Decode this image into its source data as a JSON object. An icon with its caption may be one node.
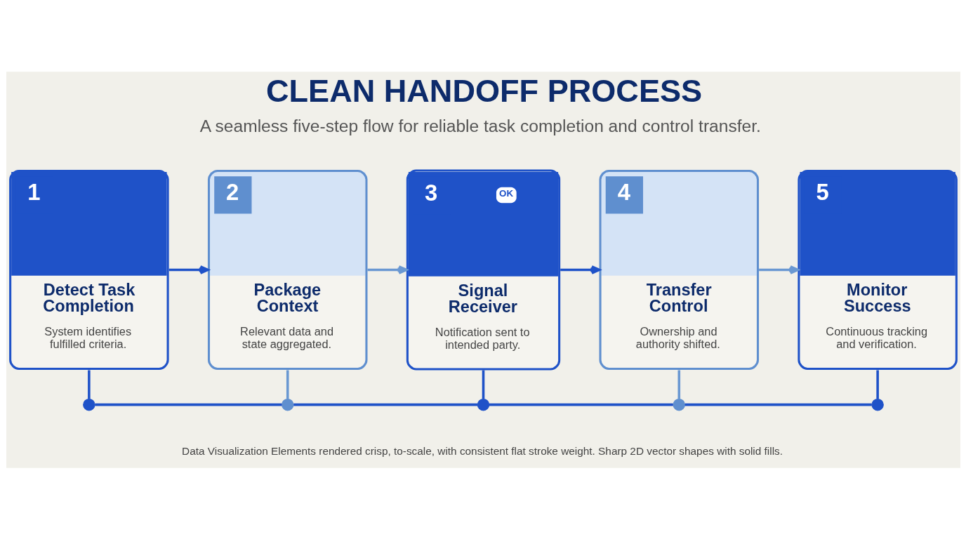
{
  "diagram": {
    "title": "CLEAN HANDOFF PROCESS",
    "nodes": [
      {
        "text": [
          "1",
          "Detect Task Completion",
          "System identifies fulfilled criteria."
        ]
      },
      {
        "text": [
          "2",
          "Package Context",
          "Relevant data and state aggregated."
        ]
      },
      {
        "text": [
          "3",
          "OK",
          "Signal Receiver",
          "Notification sent to intended party."
        ]
      },
      {
        "text": [
          "4",
          "Transfer Control",
          "Ownership and authority shifted."
        ]
      },
      {
        "text": [
          "5",
          "Monitor Success",
          "Continuous tracking and verification."
        ]
      },
      {
        "text": [],
        "shape": "circle"
      },
      {
        "text": [],
        "shape": "circle"
      },
      {
        "text": [],
        "shape": "circle"
      },
      {
        "text": [],
        "shape": "circle"
      },
      {
        "text": [],
        "shape": "circle"
      }
    ],
    "edges": [
      {
        "from": 0,
        "to": 1,
        "arrow": "to"
      },
      {
        "from": 1,
        "to": 2,
        "arrow": "to",
        "color": "#6a98d2"
      },
      {
        "from": 2,
        "to": 3,
        "arrow": "to"
      },
      {
        "from": 3,
        "to": 4,
        "arrow": "to",
        "color": "#6a98d2"
      },
      {
        "from": 0,
        "to": 5,
        "arrow": "none"
      },
      {
        "from": 1,
        "to": 6,
        "arrow": "none",
        "color": "#6a98d2"
      },
      {
        "from": 2,
        "to": 7,
        "arrow": "none"
      },
      {
        "from": 3,
        "to": 8,
        "arrow": "none",
        "color": "#6a98d2"
      },
      {
        "from": 4,
        "to": 9,
        "arrow": "none"
      },
      {
        "from": 5,
        "to": 6,
        "arrow": "none"
      },
      {
        "from": 6,
        "to": 7,
        "arrow": "none"
      },
      {
        "from": 7,
        "to": 8,
        "arrow": "none"
      },
      {
        "from": 8,
        "to": 9,
        "arrow": "none"
      }
    ],
    "labels": [
      "A seamless five-step flow for reliable task completion and control transfer.",
      "Data Visualization Elements rendered crisp, to-scale, with consistent flat stroke weight. Sharp 2D vector shapes with solid fills."
    ]
  }
}
